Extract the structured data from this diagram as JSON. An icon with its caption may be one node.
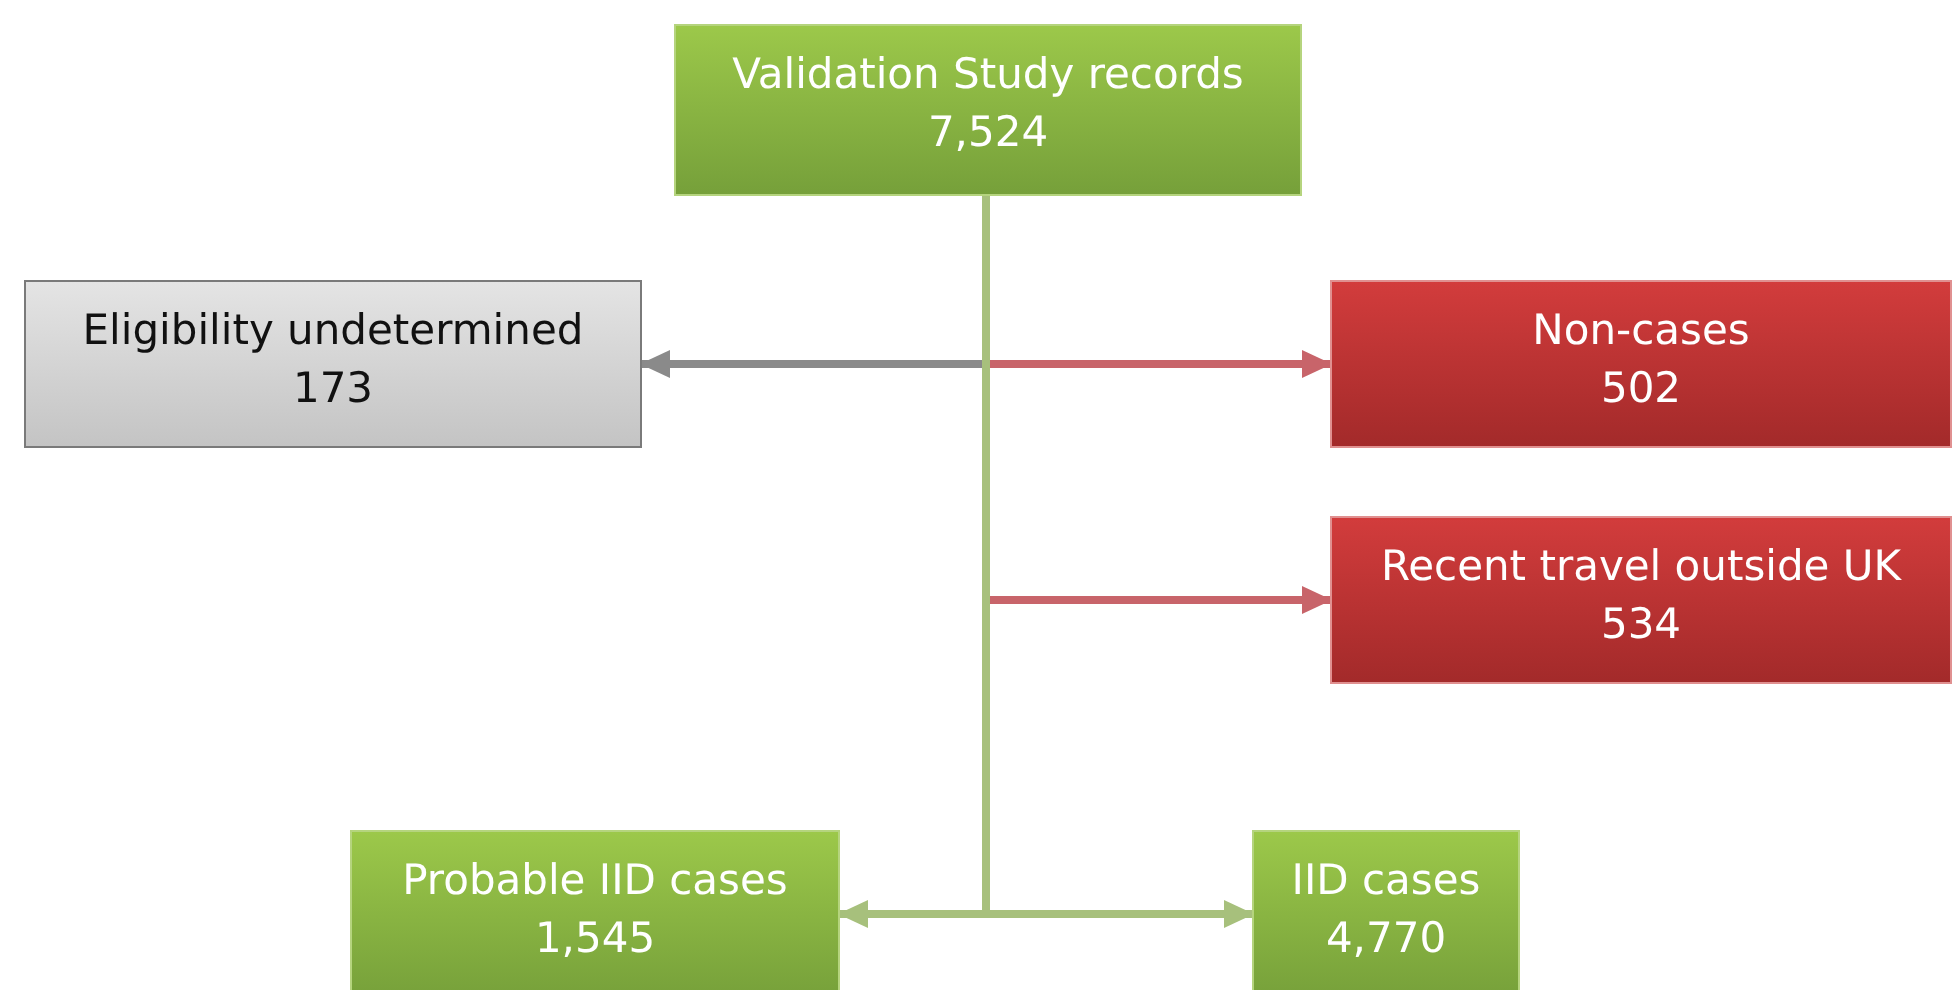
{
  "diagram": {
    "nodes": [
      {
        "text": [
          "Validation Study records",
          "7,524"
        ]
      },
      {
        "text": [
          "Eligibility undetermined",
          "173"
        ]
      },
      {
        "text": [
          "Non-cases",
          "502"
        ]
      },
      {
        "text": [
          "Recent travel outside UK",
          "534"
        ]
      },
      {
        "text": [
          "Probable IID cases",
          "1,545"
        ]
      },
      {
        "text": [
          "IID cases",
          "4,770"
        ]
      }
    ],
    "edges": [
      {
        "from": 0,
        "to": 1,
        "arrow": "to",
        "color": "#8a8a8a"
      },
      {
        "from": 0,
        "to": 2,
        "arrow": "to",
        "color": "#c8646a"
      },
      {
        "from": 0,
        "to": 3,
        "arrow": "to",
        "color": "#c8646a"
      },
      {
        "from": 0,
        "to": 4,
        "arrow": "to",
        "color": "#a7c07c"
      },
      {
        "from": 0,
        "to": 5,
        "arrow": "to",
        "color": "#a7c07c"
      }
    ]
  }
}
